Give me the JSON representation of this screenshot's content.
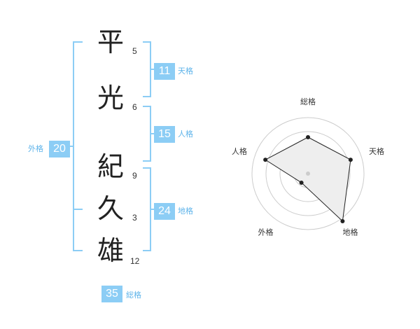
{
  "name_chars": [
    {
      "char": "平",
      "strokes": "5"
    },
    {
      "char": "光",
      "strokes": "6"
    },
    {
      "char": "紀",
      "strokes": "9"
    },
    {
      "char": "久",
      "strokes": "3"
    },
    {
      "char": "雄",
      "strokes": "12"
    }
  ],
  "kaku": {
    "tenkaku": {
      "value": "11",
      "label": "天格"
    },
    "jinkaku": {
      "value": "15",
      "label": "人格"
    },
    "chikaku": {
      "value": "24",
      "label": "地格"
    },
    "gaikaku": {
      "value": "20",
      "label": "外格"
    },
    "soukaku": {
      "value": "35",
      "label": "総格"
    }
  },
  "colors": {
    "accent": "#8ccdf5",
    "accent_text": "#5fb4ea",
    "char": "#222222",
    "grid": "#cccccc",
    "fill": "#eeeeee",
    "line": "#222222"
  },
  "chart_data": {
    "type": "radar",
    "axes": [
      "総格",
      "天格",
      "地格",
      "外格",
      "人格"
    ],
    "values": [
      0.65,
      0.8,
      1.05,
      0.2,
      0.8
    ],
    "rings": 4,
    "max": 1.0
  }
}
